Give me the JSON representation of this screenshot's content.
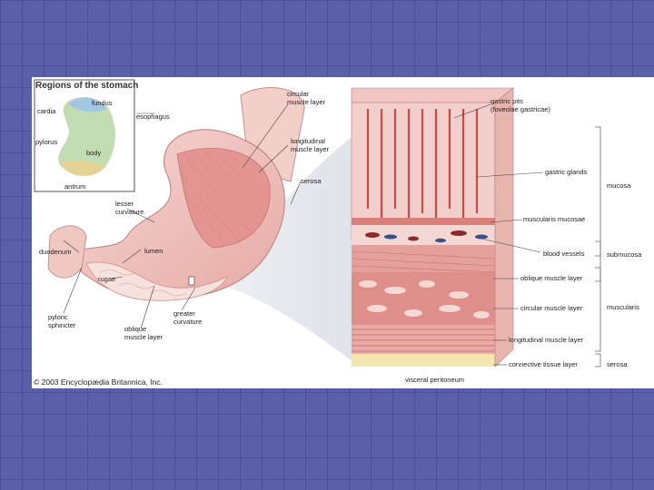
{
  "inset": {
    "title": "Regions of the stomach",
    "labels": {
      "fundus": "fundus",
      "cardia": "cardia",
      "pylorus": "pylorus",
      "body": "body",
      "antrum": "antrum"
    }
  },
  "stomach_labels": {
    "esophagus": "esophagus",
    "circular": "circular\nmuscle layer",
    "longitudinal": "longitudinal\nmuscle layer",
    "serosa": "serosa",
    "lesser_curvature": "lesser\ncurvature",
    "duodenum": "duodenum",
    "lumen": "lumen",
    "rugae": "rugae",
    "pyloric_sphincter": "pyloric\nsphincter",
    "greater_curvature": "greater\ncurvature",
    "oblique": "oblique\nmuscle layer"
  },
  "section_labels": {
    "gastric_pits": "gastric pits\n(foveolae gastricae)",
    "gastric_glands": "gastric glands",
    "muscularis_mucosae": "muscularis mucosae",
    "blood_vessels": "blood vessels",
    "oblique_muscle": "oblique muscle layer",
    "circular_muscle": "circular muscle layer",
    "longitudinal_muscle": "longitudinal muscle layer",
    "connective": "connective tissue layer",
    "visceral_peritoneum": "visceral peritoneum"
  },
  "layer_labels": {
    "mucosa": "mucosa",
    "submucosa": "submucosa",
    "muscularis": "muscularis",
    "serosa": "serosa"
  },
  "credit": "© 2003 Encyclopædia Britannica, Inc.",
  "colors": {
    "background": "#5a5fa8",
    "tissue": "#e8a1a0",
    "muscle": "#d67f7c",
    "vessel": "#c0392b"
  }
}
